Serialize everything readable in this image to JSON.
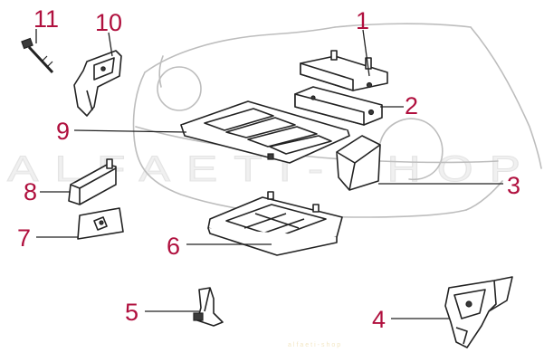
{
  "watermark": {
    "text": "ALFAETI-SHOP",
    "small_text": "alfaeti-shop"
  },
  "colors": {
    "callout": "#b0103e",
    "line": "#222222",
    "car_outline": "#bdbdbd",
    "watermark": "#e6e6e6"
  },
  "callouts": [
    {
      "number": "1",
      "part": "upper-crossmember-bracket"
    },
    {
      "number": "2",
      "part": "lower-crossmember-bracket"
    },
    {
      "number": "3",
      "part": "side-box-panel"
    },
    {
      "number": "4",
      "part": "mounting-bracket-right"
    },
    {
      "number": "5",
      "part": "small-support-bracket"
    },
    {
      "number": "6",
      "part": "lower-skid-frame"
    },
    {
      "number": "7",
      "part": "cover-plate"
    },
    {
      "number": "8",
      "part": "channel-bracket"
    },
    {
      "number": "9",
      "part": "front-panel-frame"
    },
    {
      "number": "10",
      "part": "side-bracket"
    },
    {
      "number": "11",
      "part": "bolt"
    }
  ]
}
